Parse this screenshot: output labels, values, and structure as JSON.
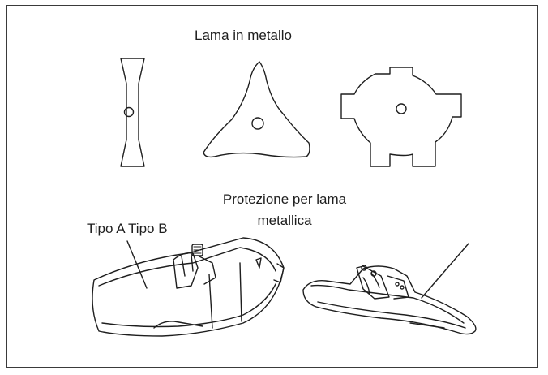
{
  "blades_title": "Lama in metallo",
  "guard_title_line1": "Protezione per lama",
  "guard_title_line2": "metallica",
  "guard_types_label": "Tipo A Tipo B",
  "figures": {
    "blade_2_tooth": "two-tooth-blade",
    "blade_3_tooth": "three-tooth-blade",
    "blade_4_tooth": "four-tooth-blade",
    "guard_type_a": "guard-type-a",
    "guard_type_b": "guard-type-b"
  },
  "colors": {
    "line": "#1e1e1e",
    "frame": "#3a3a3a",
    "background": "#ffffff"
  }
}
